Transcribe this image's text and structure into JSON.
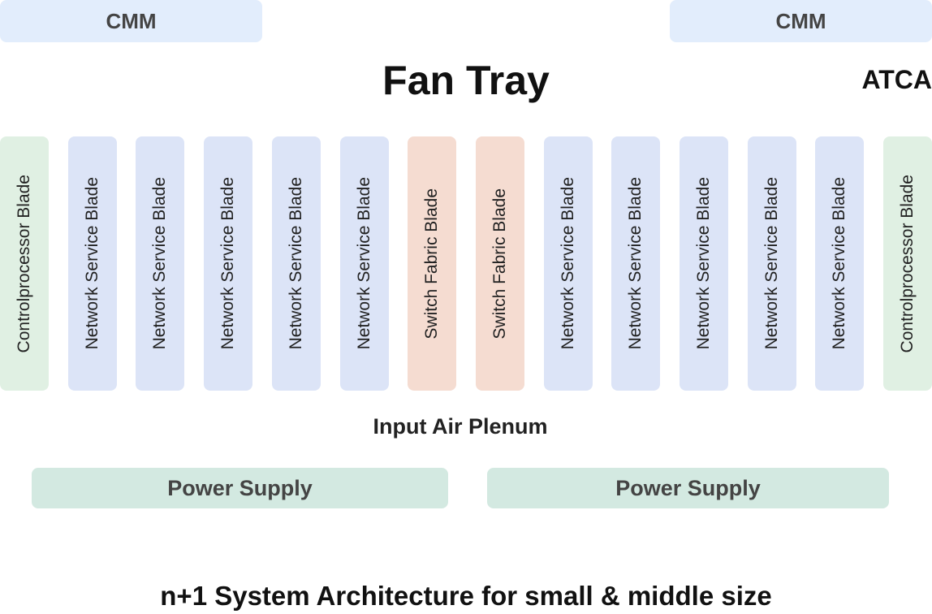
{
  "colors": {
    "cmm": "#e2edfc",
    "control_blade": "#e0f0e3",
    "network_blade": "#dce4f7",
    "switch_blade": "#f5dcd1",
    "power_supply": "#d3e9e1"
  },
  "top": {
    "cmm_left": "CMM",
    "cmm_right": "CMM",
    "fan_tray": "Fan Tray",
    "atca": "ATCA"
  },
  "blades": [
    {
      "label": "Controlprocessor Blade",
      "kind": "control_blade"
    },
    {
      "label": "Network Service Blade",
      "kind": "network_blade"
    },
    {
      "label": "Network Service Blade",
      "kind": "network_blade"
    },
    {
      "label": "Network Service Blade",
      "kind": "network_blade"
    },
    {
      "label": "Network Service Blade",
      "kind": "network_blade"
    },
    {
      "label": "Network Service Blade",
      "kind": "network_blade"
    },
    {
      "label": "Switch Fabric Blade",
      "kind": "switch_blade"
    },
    {
      "label": "Switch Fabric Blade",
      "kind": "switch_blade"
    },
    {
      "label": "Network Service Blade",
      "kind": "network_blade"
    },
    {
      "label": "Network Service Blade",
      "kind": "network_blade"
    },
    {
      "label": "Network Service Blade",
      "kind": "network_blade"
    },
    {
      "label": "Network Service Blade",
      "kind": "network_blade"
    },
    {
      "label": "Network Service Blade",
      "kind": "network_blade"
    },
    {
      "label": "Controlprocessor Blade",
      "kind": "control_blade"
    }
  ],
  "plenum": "Input Air Plenum",
  "power": {
    "left": "Power Supply",
    "right": "Power Supply"
  },
  "caption": "n+1 System Architecture for small & middle size"
}
